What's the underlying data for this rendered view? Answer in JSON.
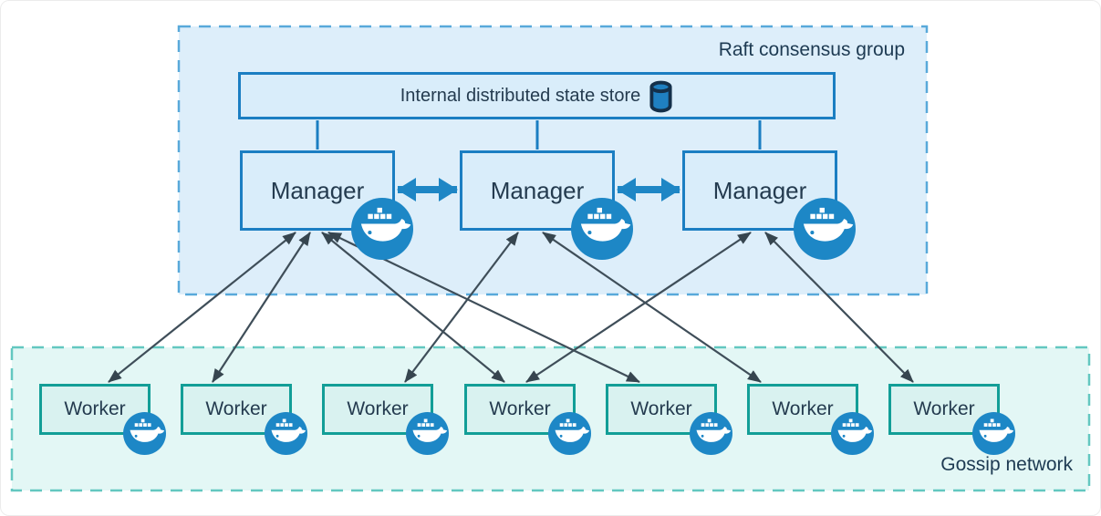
{
  "raft_group": {
    "label": "Raft consensus group",
    "state_store": {
      "label": "Internal distributed state store",
      "icon": "database-icon"
    },
    "managers": [
      {
        "id": "manager-1",
        "label": "Manager",
        "icon": "docker-whale-icon"
      },
      {
        "id": "manager-2",
        "label": "Manager",
        "icon": "docker-whale-icon"
      },
      {
        "id": "manager-3",
        "label": "Manager",
        "icon": "docker-whale-icon"
      }
    ]
  },
  "gossip_network": {
    "label": "Gossip network",
    "workers": [
      {
        "id": "worker-1",
        "label": "Worker",
        "icon": "docker-whale-icon"
      },
      {
        "id": "worker-2",
        "label": "Worker",
        "icon": "docker-whale-icon"
      },
      {
        "id": "worker-3",
        "label": "Worker",
        "icon": "docker-whale-icon"
      },
      {
        "id": "worker-4",
        "label": "Worker",
        "icon": "docker-whale-icon"
      },
      {
        "id": "worker-5",
        "label": "Worker",
        "icon": "docker-whale-icon"
      },
      {
        "id": "worker-6",
        "label": "Worker",
        "icon": "docker-whale-icon"
      },
      {
        "id": "worker-7",
        "label": "Worker",
        "icon": "docker-whale-icon"
      }
    ]
  },
  "links": {
    "store_links": [
      "manager-1",
      "manager-2",
      "manager-3"
    ],
    "manager_peer_links": [
      {
        "from": "manager-1",
        "to": "manager-2",
        "style": "thick-double-arrow"
      },
      {
        "from": "manager-2",
        "to": "manager-3",
        "style": "thick-double-arrow"
      }
    ],
    "manager_worker_links": [
      {
        "from": "manager-1",
        "to": "worker-1",
        "style": "double-arrow"
      },
      {
        "from": "manager-1",
        "to": "worker-2",
        "style": "double-arrow"
      },
      {
        "from": "manager-1",
        "to": "worker-4",
        "style": "double-arrow"
      },
      {
        "from": "manager-1",
        "to": "worker-5",
        "style": "double-arrow"
      },
      {
        "from": "manager-2",
        "to": "worker-3",
        "style": "double-arrow"
      },
      {
        "from": "manager-2",
        "to": "worker-6",
        "style": "double-arrow"
      },
      {
        "from": "manager-3",
        "to": "worker-4",
        "style": "double-arrow"
      },
      {
        "from": "manager-3",
        "to": "worker-7",
        "style": "double-arrow"
      }
    ]
  },
  "colors": {
    "raft_fill": "#ddeefa",
    "raft_border": "#58a9da",
    "gossip_fill": "#e3f7f5",
    "gossip_border": "#63c7c0",
    "manager_fill": "#d9edfa",
    "manager_border": "#1b7ec2",
    "worker_fill": "#d9f2f0",
    "worker_border": "#129e97",
    "store_fill": "#d9edfa",
    "store_border": "#1b7ec2",
    "peer_arrow": "#1e86c5",
    "link_arrow": "#3f4e59",
    "docker_blue": "#1d87c6",
    "text": "#1d3a52"
  }
}
